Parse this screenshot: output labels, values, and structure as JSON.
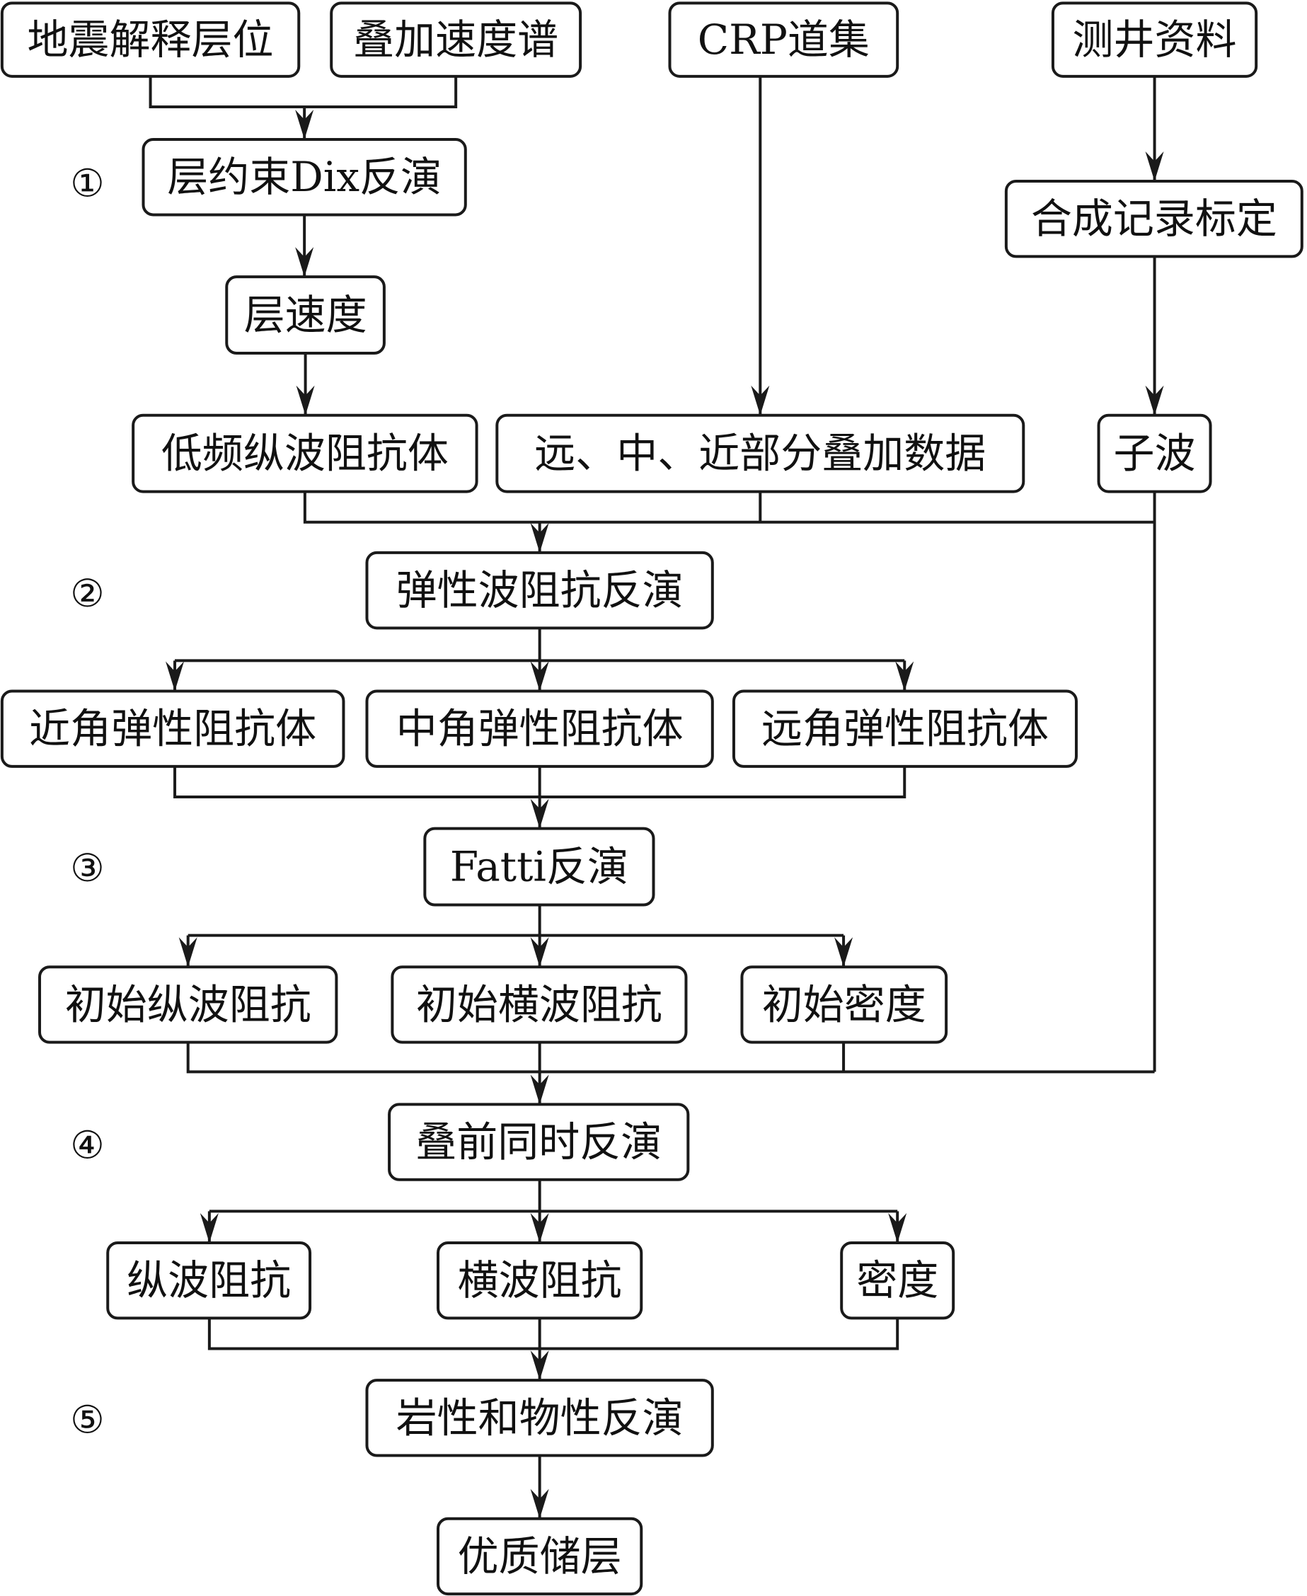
{
  "diagram": {
    "type": "flowchart",
    "nodes": [
      {
        "id": "seismic_horizons",
        "label": "地震解释层位"
      },
      {
        "id": "stack_velocity",
        "label": "叠加速度谱"
      },
      {
        "id": "crp_gathers",
        "label": "CRP道集"
      },
      {
        "id": "well_data",
        "label": "测井资料"
      },
      {
        "id": "dix_inversion",
        "label": "层约束Dix反演"
      },
      {
        "id": "interval_velocity",
        "label": "层速度"
      },
      {
        "id": "synthetic_calibration",
        "label": "合成记录标定"
      },
      {
        "id": "low_freq_p_impedance",
        "label": "低频纵波阻抗体"
      },
      {
        "id": "partial_stacks",
        "label": "远、中、近部分叠加数据"
      },
      {
        "id": "wavelet",
        "label": "子波"
      },
      {
        "id": "elastic_impedance_inversion",
        "label": "弹性波阻抗反演"
      },
      {
        "id": "near_angle_ei",
        "label": "近角弹性阻抗体"
      },
      {
        "id": "mid_angle_ei",
        "label": "中角弹性阻抗体"
      },
      {
        "id": "far_angle_ei",
        "label": "远角弹性阻抗体"
      },
      {
        "id": "fatti_inversion",
        "label": "Fatti反演"
      },
      {
        "id": "initial_p_impedance",
        "label": "初始纵波阻抗"
      },
      {
        "id": "initial_s_impedance",
        "label": "初始横波阻抗"
      },
      {
        "id": "initial_density",
        "label": "初始密度"
      },
      {
        "id": "prestack_simultaneous_inversion",
        "label": "叠前同时反演"
      },
      {
        "id": "p_impedance",
        "label": "纵波阻抗"
      },
      {
        "id": "s_impedance",
        "label": "横波阻抗"
      },
      {
        "id": "density",
        "label": "密度"
      },
      {
        "id": "lithology_property_inversion",
        "label": "岩性和物性反演"
      },
      {
        "id": "quality_reservoir",
        "label": "优质储层"
      }
    ],
    "steps": [
      {
        "id": "step1",
        "label": "①"
      },
      {
        "id": "step2",
        "label": "②"
      },
      {
        "id": "step3",
        "label": "③"
      },
      {
        "id": "step4",
        "label": "④"
      },
      {
        "id": "step5",
        "label": "⑤"
      }
    ],
    "edges": [
      {
        "from": [
          "seismic_horizons",
          "stack_velocity"
        ],
        "to": [
          "dix_inversion"
        ]
      },
      {
        "from": [
          "dix_inversion"
        ],
        "to": [
          "interval_velocity"
        ]
      },
      {
        "from": [
          "interval_velocity"
        ],
        "to": [
          "low_freq_p_impedance"
        ]
      },
      {
        "from": [
          "crp_gathers"
        ],
        "to": [
          "partial_stacks"
        ]
      },
      {
        "from": [
          "well_data"
        ],
        "to": [
          "synthetic_calibration"
        ]
      },
      {
        "from": [
          "synthetic_calibration"
        ],
        "to": [
          "wavelet"
        ]
      },
      {
        "from": [
          "low_freq_p_impedance",
          "partial_stacks",
          "wavelet"
        ],
        "to": [
          "elastic_impedance_inversion"
        ]
      },
      {
        "from": [
          "elastic_impedance_inversion"
        ],
        "to": [
          "near_angle_ei",
          "mid_angle_ei",
          "far_angle_ei"
        ]
      },
      {
        "from": [
          "near_angle_ei",
          "mid_angle_ei",
          "far_angle_ei"
        ],
        "to": [
          "fatti_inversion"
        ]
      },
      {
        "from": [
          "fatti_inversion"
        ],
        "to": [
          "initial_p_impedance",
          "initial_s_impedance",
          "initial_density"
        ]
      },
      {
        "from": [
          "initial_p_impedance",
          "initial_s_impedance",
          "initial_density",
          "wavelet"
        ],
        "to": [
          "prestack_simultaneous_inversion"
        ]
      },
      {
        "from": [
          "prestack_simultaneous_inversion"
        ],
        "to": [
          "p_impedance",
          "s_impedance",
          "density"
        ]
      },
      {
        "from": [
          "p_impedance",
          "s_impedance",
          "density"
        ],
        "to": [
          "lithology_property_inversion"
        ]
      },
      {
        "from": [
          "lithology_property_inversion"
        ],
        "to": [
          "quality_reservoir"
        ]
      }
    ]
  }
}
